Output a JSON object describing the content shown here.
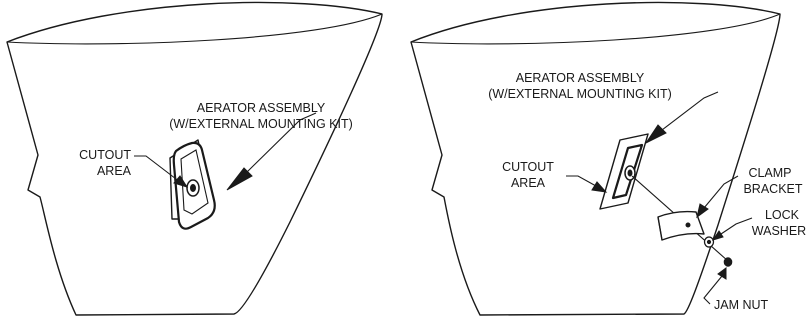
{
  "left_panel": {
    "assembly_line1": "AERATOR ASSEMBLY",
    "assembly_line2": "(W/EXTERNAL MOUNTING KIT)",
    "cutout_line1": "CUTOUT",
    "cutout_line2": "AREA"
  },
  "right_panel": {
    "assembly_line1": "AERATOR ASSEMBLY",
    "assembly_line2": "(W/EXTERNAL MOUNTING KIT)",
    "cutout_line1": "CUTOUT",
    "cutout_line2": "AREA",
    "clamp_line1": "CLAMP",
    "clamp_line2": "BRACKET",
    "lock_line1": "LOCK",
    "lock_line2": "WASHER",
    "jam_nut": "JAM NUT"
  }
}
